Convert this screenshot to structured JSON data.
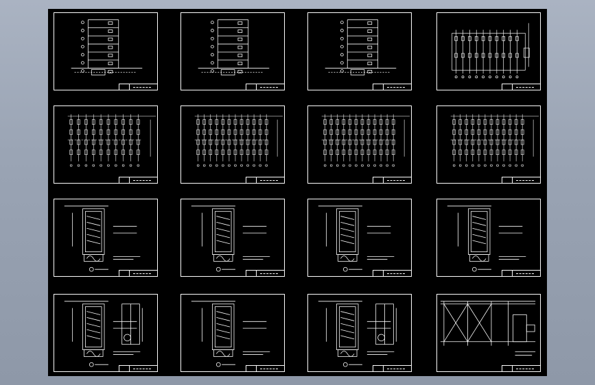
{
  "viewer": {
    "background": "#000000",
    "line_color": "#ffffff"
  },
  "sheets": [
    {
      "row": 1,
      "col": 1,
      "kind": "elevation-riser"
    },
    {
      "row": 1,
      "col": 2,
      "kind": "elevation-riser"
    },
    {
      "row": 1,
      "col": 3,
      "kind": "elevation-riser"
    },
    {
      "row": 1,
      "col": 4,
      "kind": "multi-riser"
    },
    {
      "row": 2,
      "col": 1,
      "kind": "system-riser"
    },
    {
      "row": 2,
      "col": 2,
      "kind": "system-riser"
    },
    {
      "row": 2,
      "col": 3,
      "kind": "system-riser"
    },
    {
      "row": 2,
      "col": 4,
      "kind": "system-riser"
    },
    {
      "row": 3,
      "col": 1,
      "kind": "section-detail"
    },
    {
      "row": 3,
      "col": 2,
      "kind": "section-detail"
    },
    {
      "row": 3,
      "col": 3,
      "kind": "section-detail"
    },
    {
      "row": 3,
      "col": 4,
      "kind": "section-detail"
    },
    {
      "row": 4,
      "col": 1,
      "kind": "section-elevation"
    },
    {
      "row": 4,
      "col": 2,
      "kind": "section-detail"
    },
    {
      "row": 4,
      "col": 3,
      "kind": "section-elevation"
    },
    {
      "row": 4,
      "col": 4,
      "kind": "frame-detail"
    }
  ]
}
